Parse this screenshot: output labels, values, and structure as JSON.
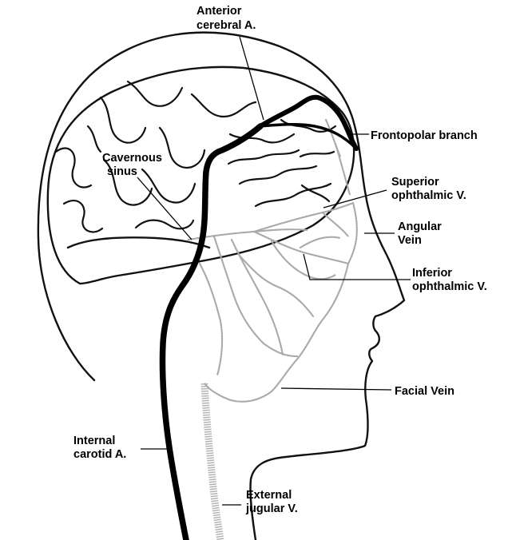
{
  "labels": {
    "anterior_cerebral": [
      "Anterior",
      "cerebral A."
    ],
    "frontopolar": [
      "Frontopolar branch"
    ],
    "cavernous_sinus": [
      "Cavernous",
      "sinus"
    ],
    "superior_ophthalmic": [
      "Superior",
      "ophthalmic V."
    ],
    "angular_vein": [
      "Angular",
      "Vein"
    ],
    "inferior_ophthalmic": [
      "Inferior",
      "ophthalmic V."
    ],
    "facial_vein": [
      "Facial Vein"
    ],
    "internal_carotid": [
      "Internal",
      "carotid A."
    ],
    "external_jugular": [
      "External",
      "jugular V."
    ]
  },
  "colors": {
    "artery": "#000000",
    "vein": "#a9a9a9",
    "outline": "#111111"
  }
}
